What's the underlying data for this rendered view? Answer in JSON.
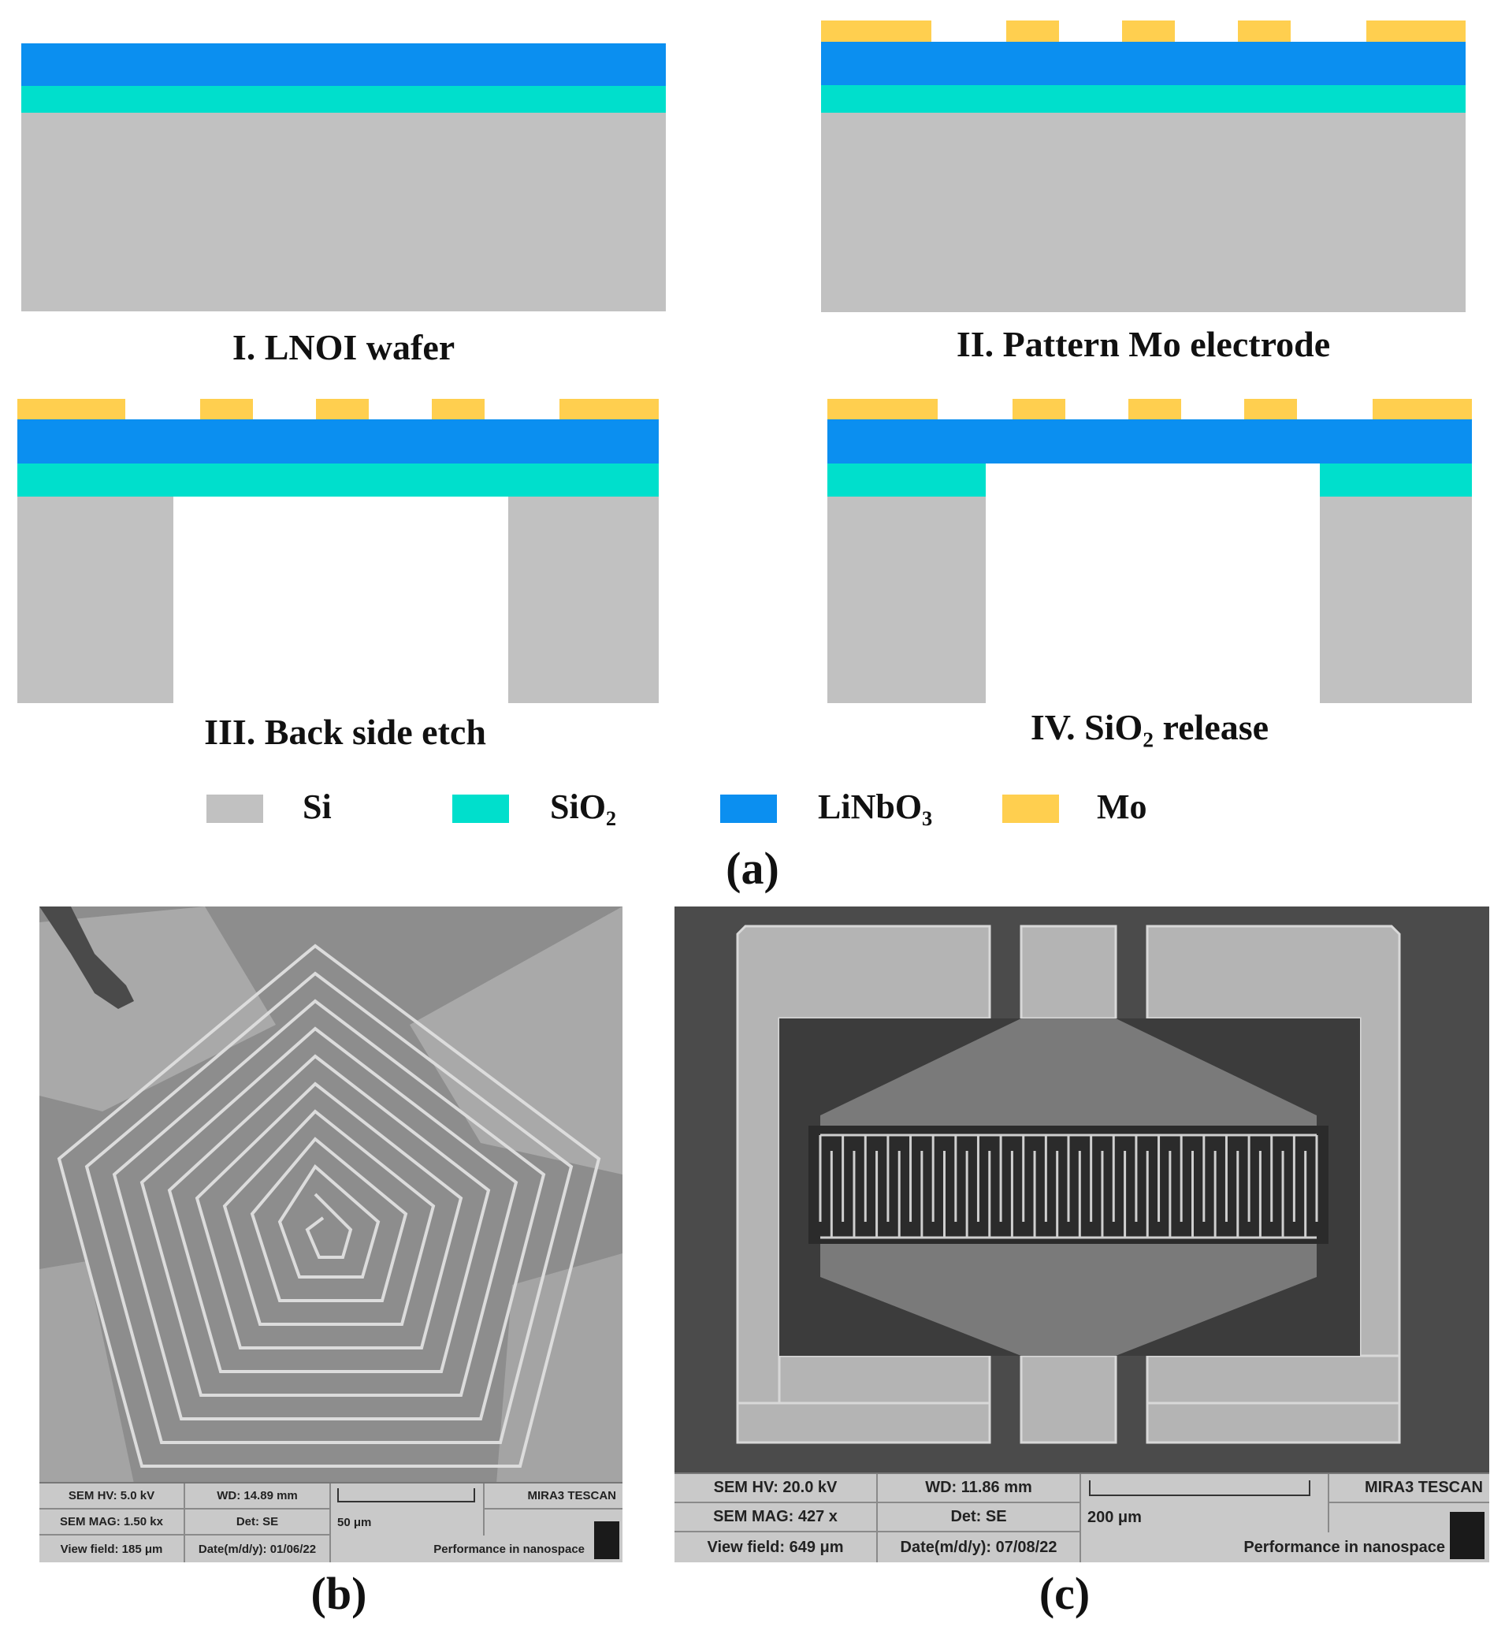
{
  "steps": [
    {
      "label": "I. LNOI wafer"
    },
    {
      "label": "II. Pattern Mo electrode"
    },
    {
      "label": "III. Back side etch"
    },
    {
      "label_prefix": "IV. SiO",
      "label_sub": "2",
      "label_suffix": " release"
    }
  ],
  "legend": [
    {
      "text": "Si",
      "color": "#c1c1c1"
    },
    {
      "text": "SiO",
      "sub": "2",
      "color": "#00dfcc"
    },
    {
      "text": "LiNbO",
      "sub": "3",
      "color": "#0b8ff0"
    },
    {
      "text": "Mo",
      "color": "#ffcf4f"
    }
  ],
  "panel_labels": {
    "a": "(a)",
    "b": "(b)",
    "c": "(c)"
  },
  "sem_b": {
    "hv": "SEM HV: 5.0 kV",
    "wd": "WD: 14.89 mm",
    "mag": "SEM MAG: 1.50 kx",
    "det": "Det: SE",
    "scale": "50 μm",
    "view": "View field: 185 μm",
    "date": "Date(m/d/y): 01/06/22",
    "brand": "MIRA3 TESCAN",
    "slogan": "Performance in nanospace"
  },
  "sem_c": {
    "hv": "SEM HV: 20.0 kV",
    "wd": "WD: 11.86 mm",
    "mag": "SEM MAG: 427 x",
    "det": "Det: SE",
    "scale": "200 μm",
    "view": "View field: 649 μm",
    "date": "Date(m/d/y): 07/08/22",
    "brand": "MIRA3 TESCAN",
    "slogan": "Performance in nanospace"
  },
  "colors": {
    "si": "#c1c1c1",
    "sio2": "#00dfcc",
    "linbo3": "#0b8ff0",
    "mo": "#ffcf4f"
  }
}
